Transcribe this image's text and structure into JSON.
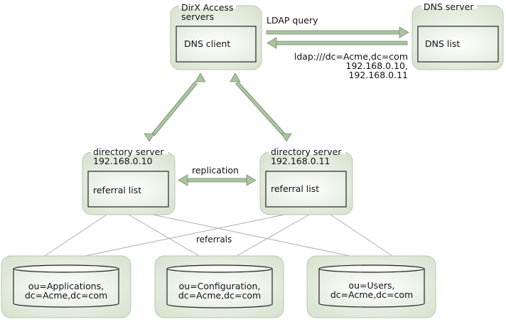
{
  "diagram": {
    "dirx_access": {
      "title_line1": "DirX Access",
      "title_line2": "servers",
      "inner_label": "DNS client"
    },
    "dns_server": {
      "title": "DNS server",
      "inner_label": "DNS list"
    },
    "ldap_query": {
      "label": "LDAP query"
    },
    "dns_response": {
      "line1": "ldap:///dc=Acme,dc=com",
      "line2": "192.168.0.10,",
      "line3": "192.168.0.11"
    },
    "directory_server_1": {
      "title": "directory server",
      "ip": "192.168.0.10",
      "inner_label": "referral list"
    },
    "directory_server_2": {
      "title": "directory server",
      "ip": "192.168.0.11",
      "inner_label": "referral list"
    },
    "replication": {
      "label": "replication"
    },
    "referrals": {
      "label": "referrals"
    },
    "partitions": [
      {
        "line1": "ou=Applications,",
        "line2": "dc=Acme,dc=com"
      },
      {
        "line1": "ou=Configuration,",
        "line2": "dc=Acme,dc=com"
      },
      {
        "line1": "ou=Users,",
        "line2": "dc=Acme,dc=com"
      }
    ],
    "colors": {
      "node_fill": "#dfe8d8",
      "node_border": "#b9c7b0",
      "arrow_fill": "#a9c49f",
      "arrow_stroke": "#7a8f72",
      "link_line": "#a9aea6",
      "inner_border": "#333333"
    }
  }
}
